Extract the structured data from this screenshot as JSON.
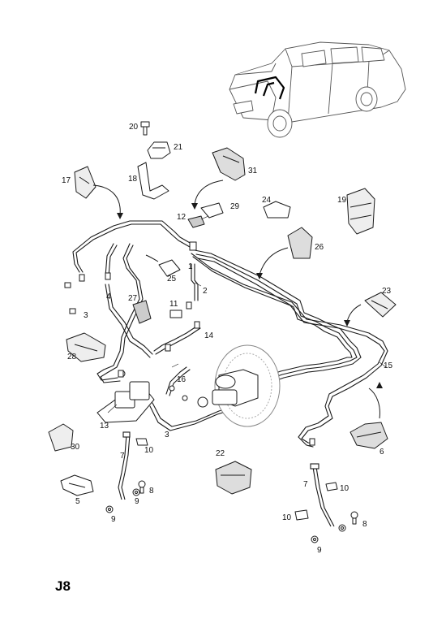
{
  "page_code": "J8",
  "callouts": [
    "1",
    "2",
    "3",
    "3",
    "4",
    "5",
    "6",
    "7",
    "7",
    "8",
    "8",
    "9",
    "9",
    "9",
    "10",
    "10",
    "10",
    "11",
    "12",
    "13",
    "14",
    "15",
    "16",
    "17",
    "18",
    "19",
    "20",
    "21",
    "22",
    "23",
    "24",
    "25",
    "26",
    "27",
    "28",
    "29",
    "30",
    "31"
  ],
  "colors": {
    "line": "#1a1a1a",
    "fill": "#ffffff",
    "shade": "#9a9a9a",
    "dark": "#3a3a3a"
  }
}
